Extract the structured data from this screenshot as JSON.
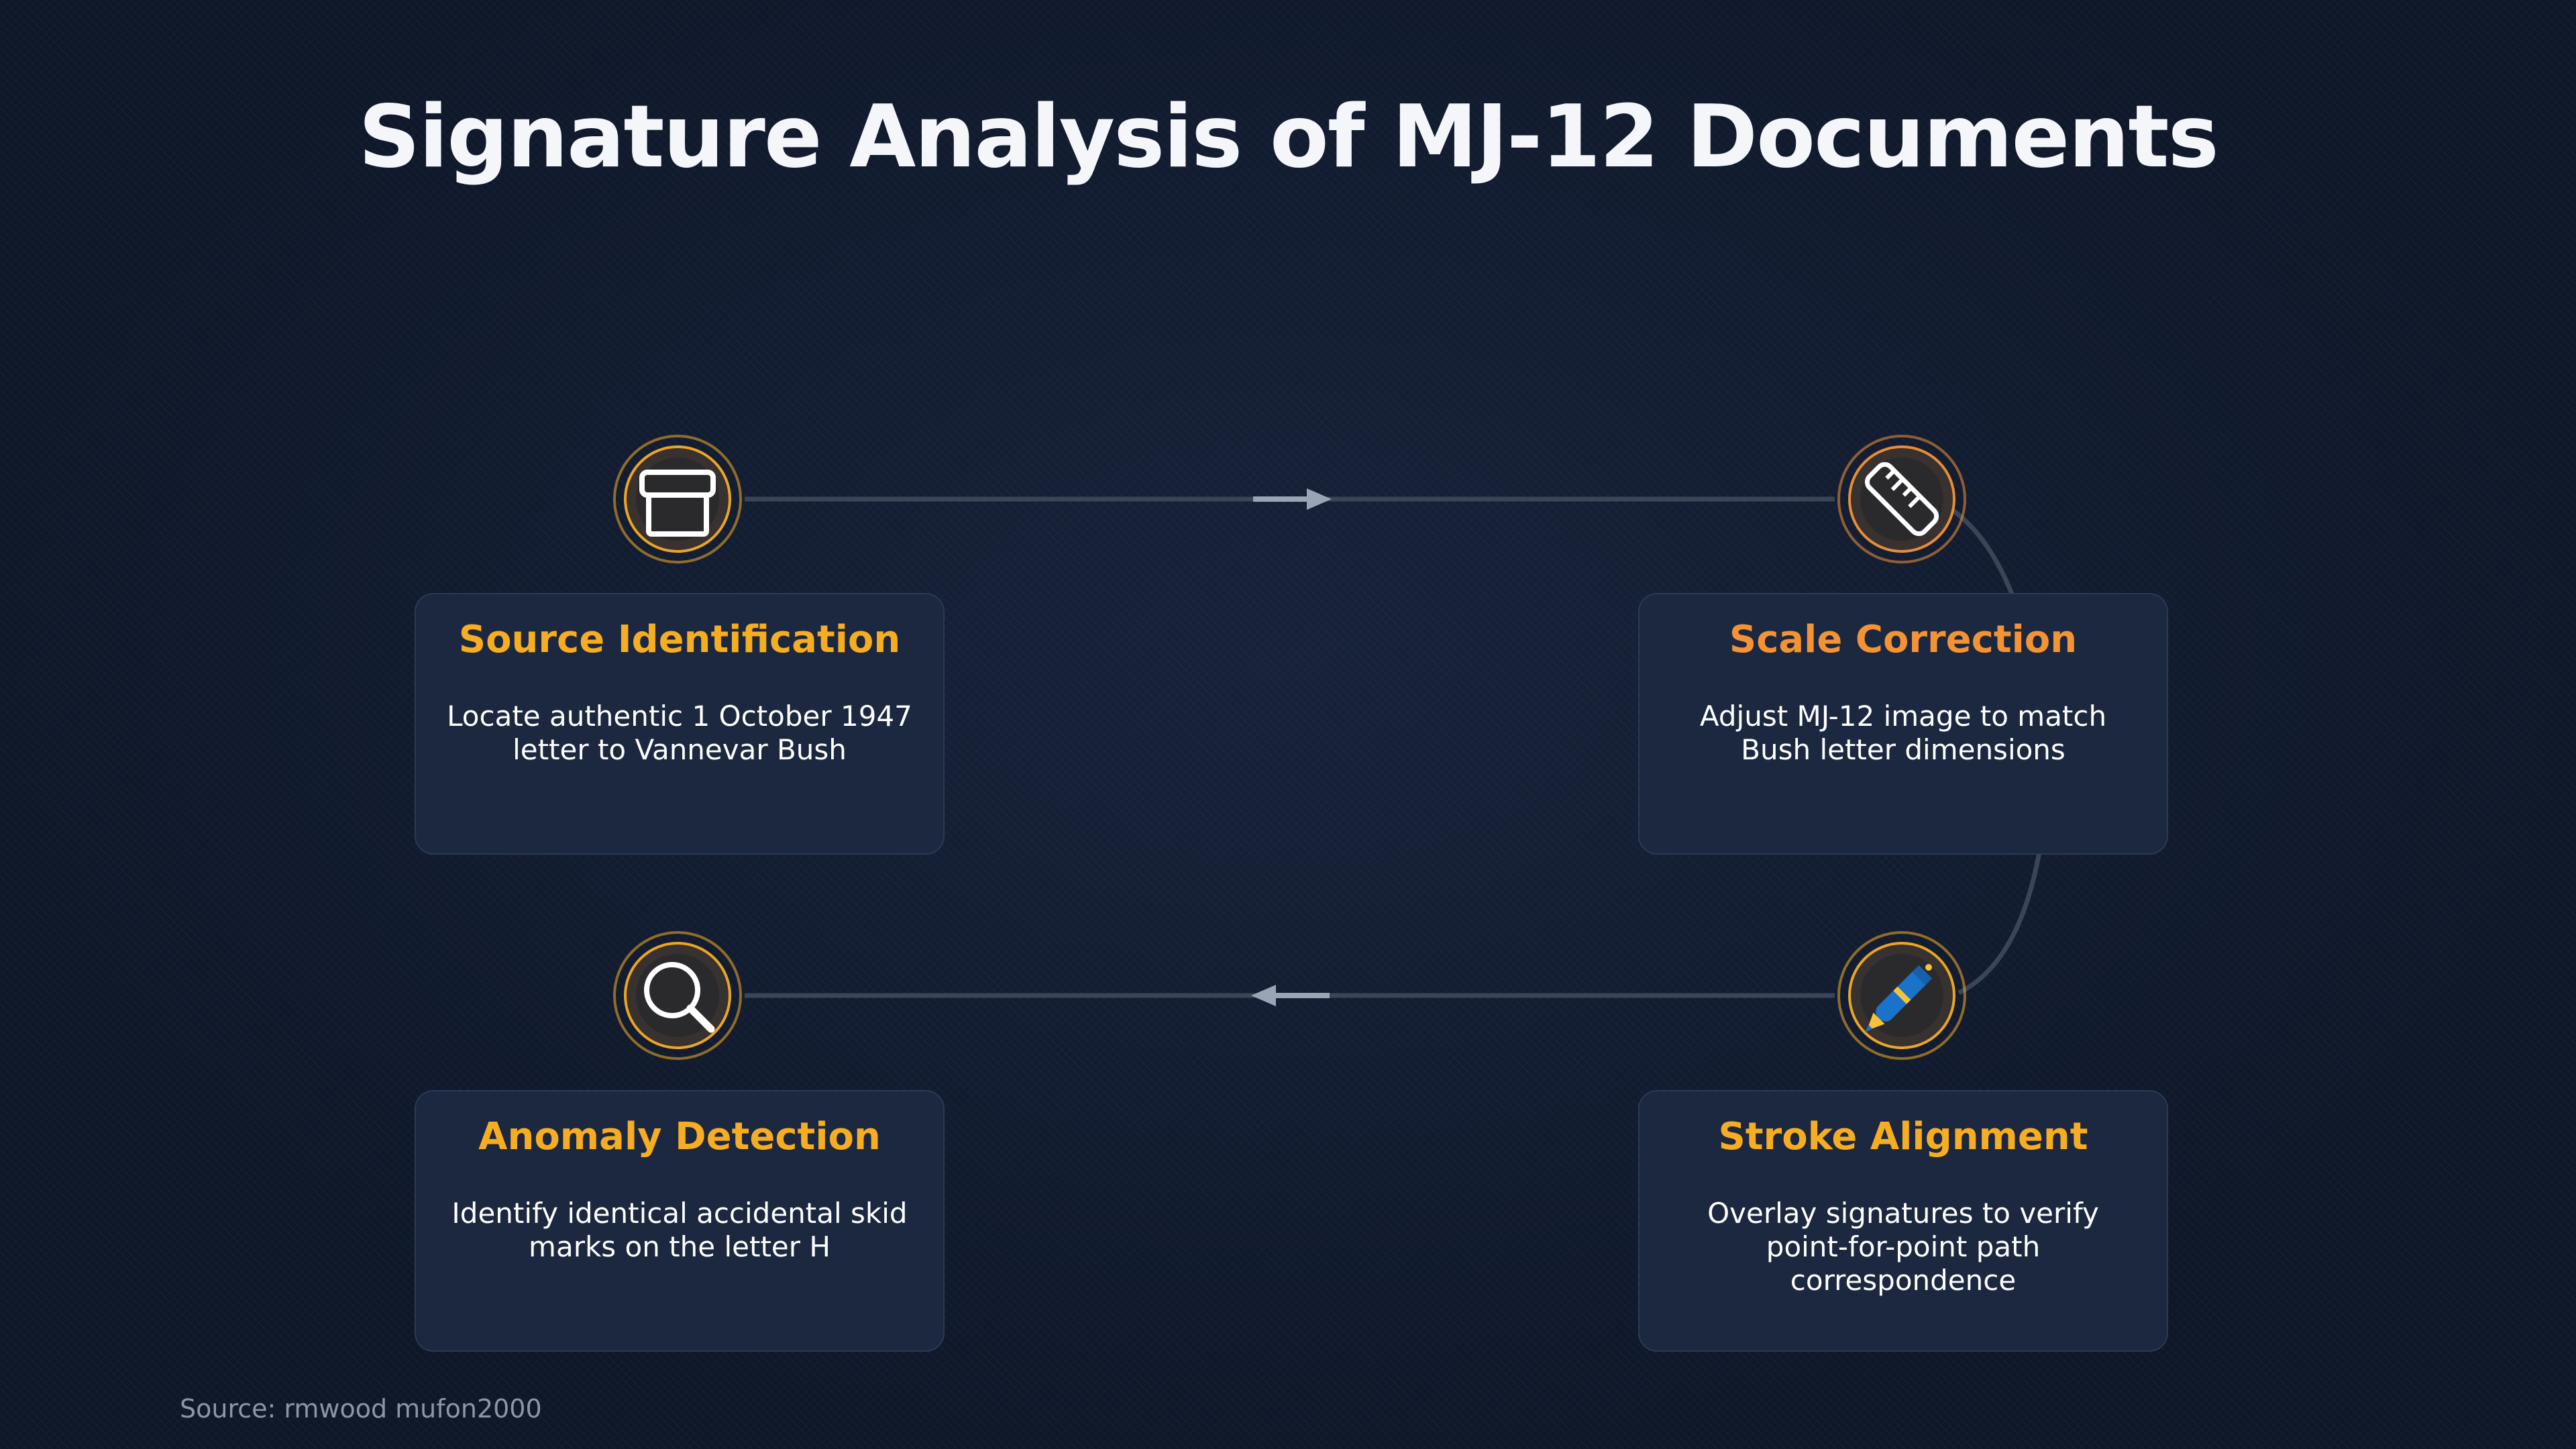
{
  "title": "Signature Analysis of MJ-12 Documents",
  "steps": [
    {
      "title": "Source Identification",
      "description": "Locate authentic 1 October 1947 letter to Vannevar Bush",
      "icon": "archive-box-icon",
      "title_color": "#f6ad21"
    },
    {
      "title": "Scale Correction",
      "description": "Adjust MJ-12 image to match Bush letter dimensions",
      "icon": "ruler-icon",
      "title_color": "#f49335"
    },
    {
      "title": "Stroke Alignment",
      "description": "Overlay signatures to verify point-for-point path correspondence",
      "icon": "fountain-pen-icon",
      "title_color": "#f6ad21"
    },
    {
      "title": "Anomaly Detection",
      "description": "Identify identical accidental skid marks on the letter H",
      "icon": "magnifying-glass-icon",
      "title_color": "#f6ad21"
    }
  ],
  "source": "Source: rmwood mufon2000",
  "colors": {
    "background": "#101a2e",
    "card": "#1b2840",
    "accent_amber": "#f6ad21",
    "accent_orange": "#f49335",
    "connector": "#3a4558"
  }
}
